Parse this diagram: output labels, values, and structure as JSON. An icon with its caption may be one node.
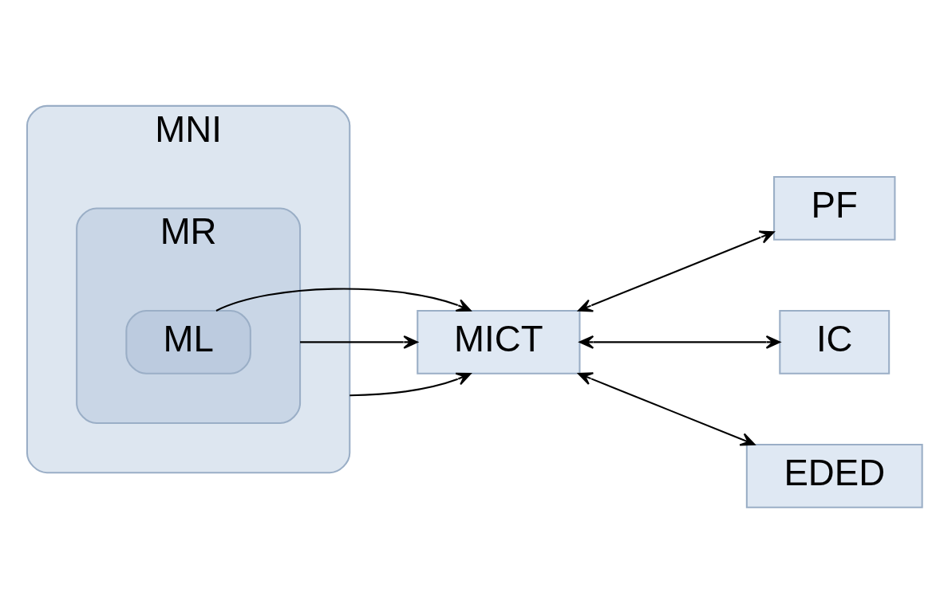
{
  "diagram": {
    "nodes": [
      {
        "text": [
          "MNI"
        ]
      },
      {
        "text": [
          "MR"
        ],
        "in": 0
      },
      {
        "text": [
          "ML"
        ],
        "in": 1
      },
      {
        "text": [
          "PF"
        ]
      },
      {
        "text": [
          "IC"
        ]
      },
      {
        "text": [
          "EDED"
        ]
      },
      {
        "text": [
          "MICT"
        ]
      }
    ],
    "edges": [
      {
        "from": 0,
        "to": 6,
        "arrow": "to"
      },
      {
        "from": 1,
        "to": 6,
        "arrow": "to"
      },
      {
        "from": 2,
        "to": 6,
        "arrow": "to"
      },
      {
        "from": 6,
        "to": 3,
        "arrow": "both"
      },
      {
        "from": 6,
        "to": 4,
        "arrow": "both"
      },
      {
        "from": 6,
        "to": 5,
        "arrow": "both"
      }
    ]
  }
}
